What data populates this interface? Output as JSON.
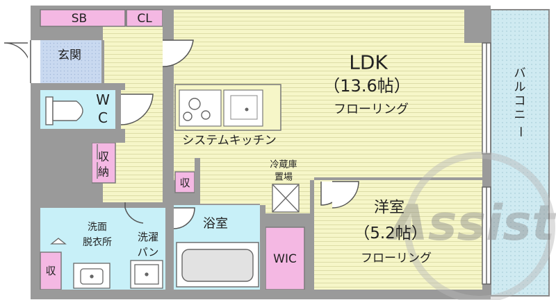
{
  "colors": {
    "wall": "#9a9a9a",
    "floor_wood": "#f6f6c8",
    "floor_wood_line": "#d9d9a2",
    "storage_pink": "#f4b8e3",
    "entrance_blue": "#c9d9f0",
    "water_cyan": "#c8f0f8",
    "balcony": "#c7e6ee",
    "watermark": "#9c9c9c"
  },
  "rooms": {
    "sb": "SB",
    "cl": "CL",
    "genkan": "玄関",
    "wc": [
      "W",
      "C"
    ],
    "shuno": [
      "収",
      "納"
    ],
    "ldk_name": "LDK",
    "ldk_size": "（13.6帖）",
    "ldk_floor": "フローリング",
    "kitchen": "システムキッチン",
    "fridge": [
      "冷蔵庫",
      "置場"
    ],
    "kyu_small": "収",
    "yokoshitsu_name": "洋室",
    "yokoshitsu_size": "（5.2帖）",
    "yokoshitsu_floor": "フローリング",
    "wic": "WIC",
    "bath": "浴室",
    "senmen": [
      "洗面",
      "脱衣所"
    ],
    "sentaku": [
      "洗濯",
      "パン"
    ],
    "kyu_bottom": "収",
    "balcony": [
      "バ",
      "ル",
      "コ",
      "ニ",
      "ー"
    ]
  },
  "watermark": "Assist"
}
